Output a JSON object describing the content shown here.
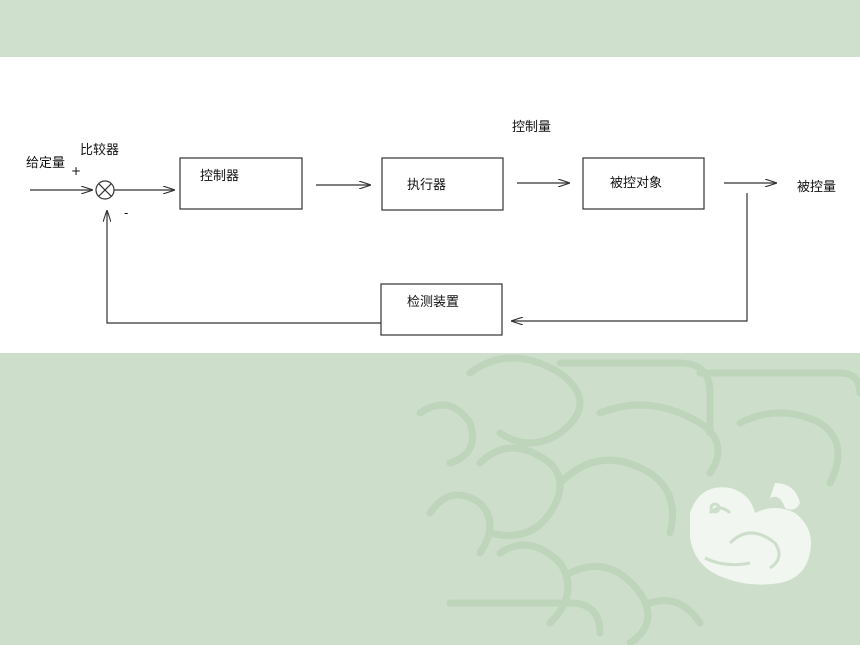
{
  "diagram": {
    "input_label": "给定量",
    "comparator_label": "比较器",
    "plus_sign": "+",
    "minus_sign": "-",
    "controller_label": "控制器",
    "actuator_label": "执行器",
    "control_variable_label": "控制量",
    "plant_label": "被控对象",
    "output_label": "被控量",
    "sensor_label": "检测装置"
  },
  "colors": {
    "background": "#cfe0cd",
    "panel": "#ffffff",
    "ornament": "#b9d0b6"
  },
  "icons": {
    "decoration": "jade-dragon-ornament",
    "pattern": "spiral-fretwork-pattern"
  }
}
